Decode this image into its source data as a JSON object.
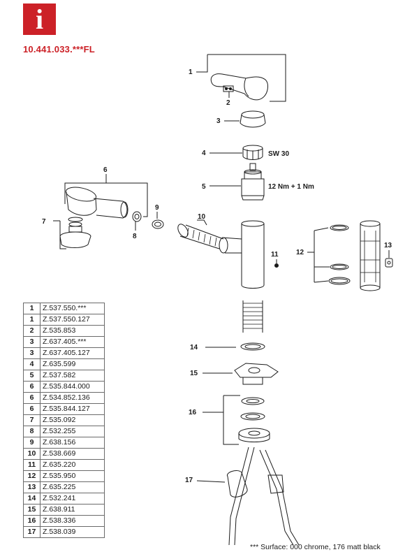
{
  "header": {
    "info_icon": "i",
    "article_number": "10.441.033.***FL"
  },
  "callouts": {
    "c1": "1",
    "c2": "2",
    "c3": "3",
    "c4": "4",
    "c5": "5",
    "c6": "6",
    "c7": "7",
    "c8": "8",
    "c9": "9",
    "c10": "10",
    "c11": "11",
    "c12": "12",
    "c13": "13",
    "c14": "14",
    "c15": "15",
    "c16": "16",
    "c17": "17"
  },
  "specs": {
    "nut_size": "SW 30",
    "cartridge_torque": "12 Nm + 1 Nm"
  },
  "parts": [
    {
      "pos": "1",
      "number": "Z.537.550.***"
    },
    {
      "pos": "1",
      "number": "Z.537.550.127"
    },
    {
      "pos": "2",
      "number": "Z.535.853"
    },
    {
      "pos": "3",
      "number": "Z.637.405.***"
    },
    {
      "pos": "3",
      "number": "Z.637.405.127"
    },
    {
      "pos": "4",
      "number": "Z.635.599"
    },
    {
      "pos": "5",
      "number": "Z.537.582"
    },
    {
      "pos": "6",
      "number": "Z.535.844.000"
    },
    {
      "pos": "6",
      "number": "Z.534.852.136"
    },
    {
      "pos": "6",
      "number": "Z.535.844.127"
    },
    {
      "pos": "7",
      "number": "Z.535.092"
    },
    {
      "pos": "8",
      "number": "Z.532.255"
    },
    {
      "pos": "9",
      "number": "Z.638.156"
    },
    {
      "pos": "10",
      "number": "Z.538.669"
    },
    {
      "pos": "11",
      "number": "Z.635.220"
    },
    {
      "pos": "12",
      "number": "Z.535.950"
    },
    {
      "pos": "13",
      "number": "Z.635.225"
    },
    {
      "pos": "14",
      "number": "Z.532.241"
    },
    {
      "pos": "15",
      "number": "Z.638.911"
    },
    {
      "pos": "16",
      "number": "Z.538.336"
    },
    {
      "pos": "17",
      "number": "Z.538.039"
    }
  ],
  "footnote": "*** Surface: 000 chrome, 176 matt black",
  "colors": {
    "accent": "#cc2127",
    "line": "#1a1a1a"
  }
}
